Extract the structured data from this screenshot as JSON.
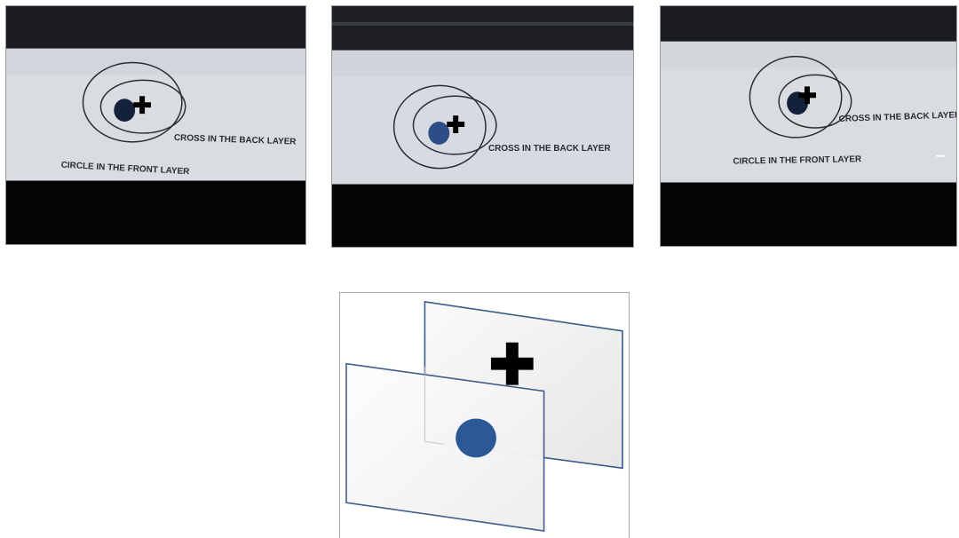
{
  "photos": [
    {
      "front_label": "CIRCLE IN THE FRONT LAYER",
      "back_label": "CROSS IN THE BACK LAYER"
    },
    {
      "back_label": "CROSS IN THE BACK LAYER"
    },
    {
      "front_label": "CIRCLE IN THE FRONT LAYER",
      "back_label": "CROSS IN THE BACK LAYER"
    }
  ],
  "colors": {
    "screen": "#d9dde2",
    "bezel": "#000000",
    "ink": "#1e2129",
    "dot": "#14213d",
    "dot_blue": "#2d4d86",
    "plane_edge": "#3c5a8c",
    "diagram_circle": "#2c5895",
    "cross": "#000000"
  }
}
